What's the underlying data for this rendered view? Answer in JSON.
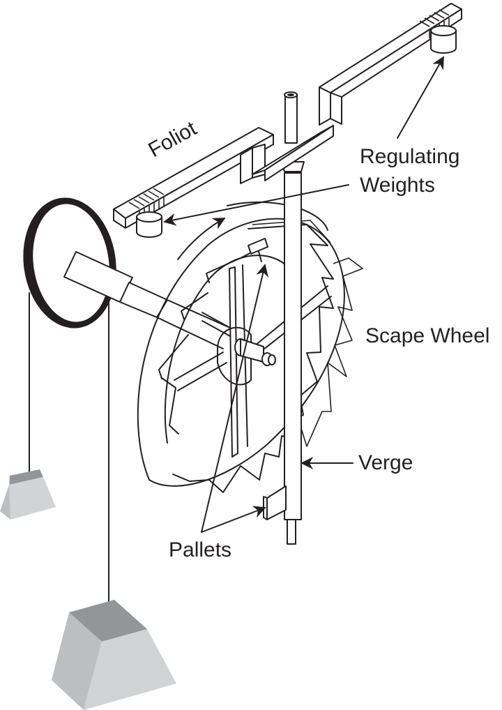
{
  "diagram": {
    "subject": "Verge and foliot escapement",
    "labels": {
      "foliot": "Foliot",
      "regulating_weights_line1": "Regulating",
      "regulating_weights_line2": "Weights",
      "scape_wheel": "Scape Wheel",
      "verge": "Verge",
      "pallets": "Pallets"
    },
    "components": [
      "foliot",
      "regulating-weights",
      "verge",
      "pallets",
      "scape-wheel",
      "drum",
      "axle",
      "drive-weights"
    ],
    "colors": {
      "line": "#231f20",
      "weight_top": "#939598",
      "weight_left": "#bcbec0",
      "weight_front": "#d1d3d4",
      "background": "#ffffff"
    }
  }
}
